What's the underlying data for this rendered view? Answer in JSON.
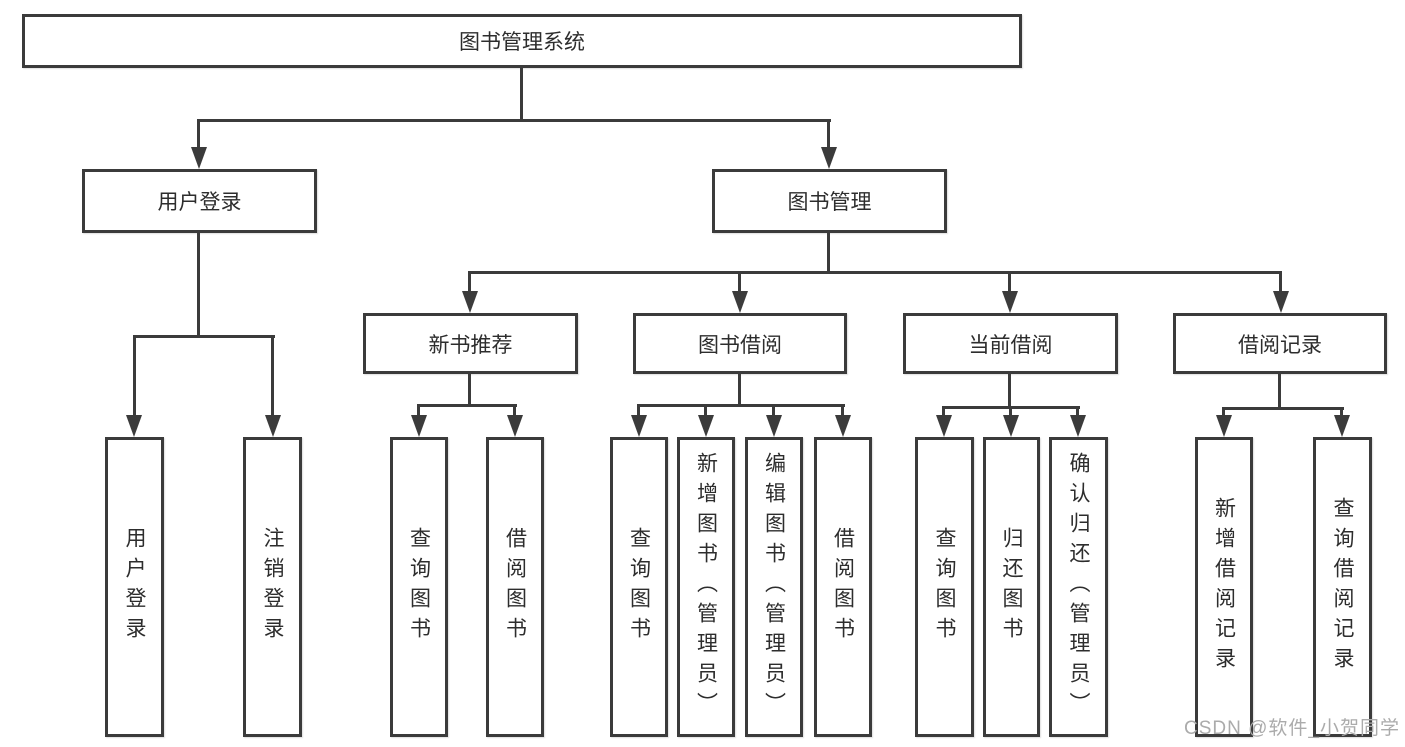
{
  "diagram": {
    "root": "图书管理系统",
    "level2": [
      "用户登录",
      "图书管理"
    ],
    "level3": [
      "新书推荐",
      "图书借阅",
      "当前借阅",
      "借阅记录"
    ],
    "leaves_user": [
      "用户登录",
      "注销登录"
    ],
    "leaves_newbook": [
      "查询图书",
      "借阅图书"
    ],
    "leaves_borrow": [
      "查询图书",
      "新增图书（管理员）",
      "编辑图书（管理员）",
      "借阅图书"
    ],
    "leaves_current": [
      "查询图书",
      "归还图书",
      "确认归还（管理员）"
    ],
    "leaves_records": [
      "新增借阅记录",
      "查询借阅记录"
    ]
  },
  "watermark": "CSDN @软件_小贺同学",
  "colors": {
    "line": "#3b3b3b",
    "text": "#2d2d2d",
    "watermark": "#ababab",
    "background": "#ffffff"
  }
}
